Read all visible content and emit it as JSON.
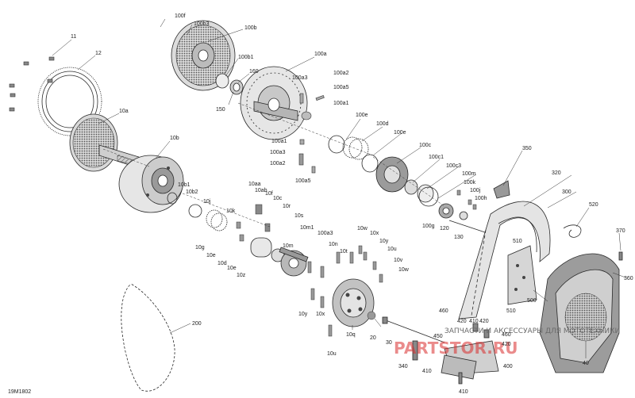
{
  "diagram": {
    "figure_id": "19M1802",
    "watermark_line1": "ЗАПЧАСТИ И АКСЕССУАРЫ ДЛЯ МОТОТЕХНИКИ",
    "watermark_line2": "PARTSTOR.RU",
    "labels": {
      "l100f": "100f",
      "l100b3": "100b3",
      "l100b": "100b",
      "l11": "11",
      "l12": "12",
      "l100b1": "100b1",
      "l160": "160",
      "l150": "150",
      "l100a": "100a",
      "l100a3": "100a3",
      "l100a2": "100a2",
      "l100a5a": "100a5",
      "l100a1a": "100a1",
      "l10a": "10a",
      "l10b": "10b",
      "l100e1": "100e",
      "l100d": "100d",
      "l100e2": "100e",
      "l100a1b": "100a1",
      "l100a3b": "100a3",
      "l100a2b": "100a2",
      "l100a5b": "100a5",
      "l100c": "100c",
      "l100c1": "100c1",
      "l100c3": "100c3",
      "l100m": "100m",
      "l100k": "100k",
      "l100j": "100j",
      "l100h": "100h",
      "l100g": "100g",
      "l120": "120",
      "l130": "130",
      "l10aa": "10aa",
      "l10ab": "10ab",
      "l10f": "10f",
      "l10c": "10c",
      "l10b1": "10b1",
      "l10b2": "10b2",
      "l10j": "10j",
      "l10k": "10k",
      "l10r": "10r",
      "l10s": "10s",
      "l10m1": "10m1",
      "l10g": "10g",
      "l10e1": "10e",
      "l10d": "10d",
      "l10e2": "10e",
      "l10z": "10z",
      "l10m": "10m",
      "l100a3c": "100a3",
      "l10n": "10n",
      "l10t": "10t",
      "l10w1": "10w",
      "l10x1": "10x",
      "l10y1": "10y",
      "l10u1": "10u",
      "l10v": "10v",
      "l10w2": "10w",
      "l10y2": "10y",
      "l10x2": "10x",
      "l10q": "10q",
      "l10u2": "10u",
      "l20": "20",
      "l200": "200",
      "l350": "350",
      "l320": "320",
      "l300": "300",
      "l520": "520",
      "l370": "370",
      "l510a": "510",
      "l510b": "510",
      "l500": "500",
      "l360": "360",
      "l460a": "460",
      "l420a": "420",
      "l410a": "410",
      "l420b": "420",
      "l450": "450",
      "l460b": "460",
      "l420c": "420",
      "l30": "30",
      "l340": "340",
      "l410b": "410",
      "l410c": "410",
      "l400": "400",
      "l40": "40"
    }
  }
}
